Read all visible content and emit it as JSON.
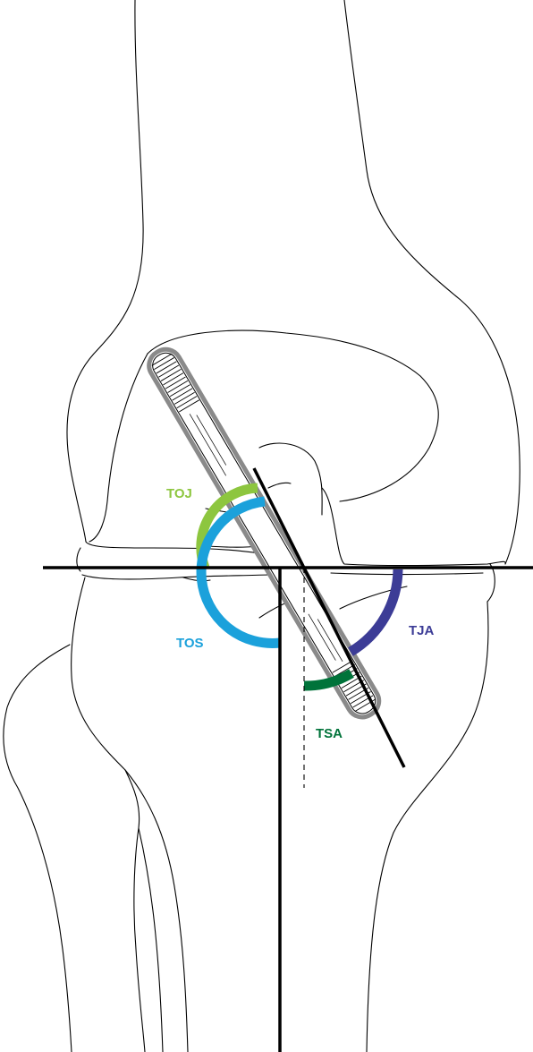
{
  "labels": {
    "toj": "TOJ",
    "tos": "TOS",
    "tja": "TJA",
    "tsa": "TSA"
  },
  "colors": {
    "toj": "#8dc63f",
    "tos": "#1ba1db",
    "tja": "#3c3c96",
    "tsa": "#00733a",
    "outline": "#000000",
    "screw_casing": "#8a8a8a"
  }
}
